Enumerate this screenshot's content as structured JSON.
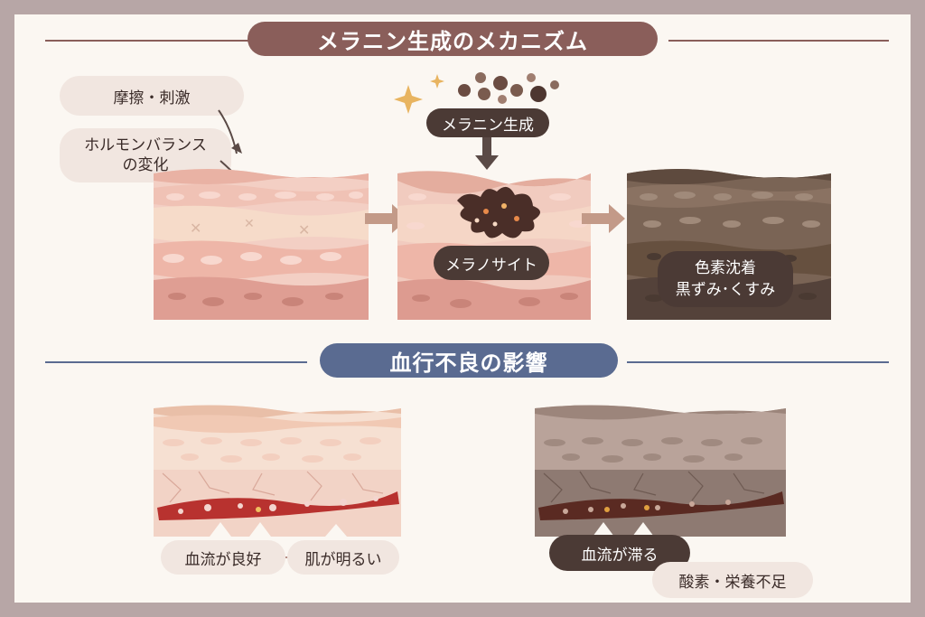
{
  "melanin_section": {
    "title": "メラニン生成のメカニズム",
    "accent": "#8a5e5a",
    "causes": [
      "摩擦・刺激",
      "ホルモンバランス\nの変化"
    ],
    "production_label": "メラニン生成",
    "melanocyte_label": "メラノサイト",
    "result_line1": "色素沈着",
    "result_line2": "黒ずみ･くすみ"
  },
  "blood_section": {
    "title": "血行不良の影響",
    "accent": "#5a6b91",
    "good_label": "血流が良好",
    "good_result": "肌が明るい",
    "poor_label": "血流が滞る",
    "poor_result": "酸素・栄養不足"
  },
  "colors": {
    "frame": "#b7a6a6",
    "background": "#fbf7f2",
    "skin_pink": "#f1c6bb",
    "skin_dark": "#6e5a4d",
    "blood_red": "#b8322f",
    "blood_dark": "#5a2a22",
    "dark_pill": "#4b3a35",
    "light_pill": "#f1e6e0"
  }
}
